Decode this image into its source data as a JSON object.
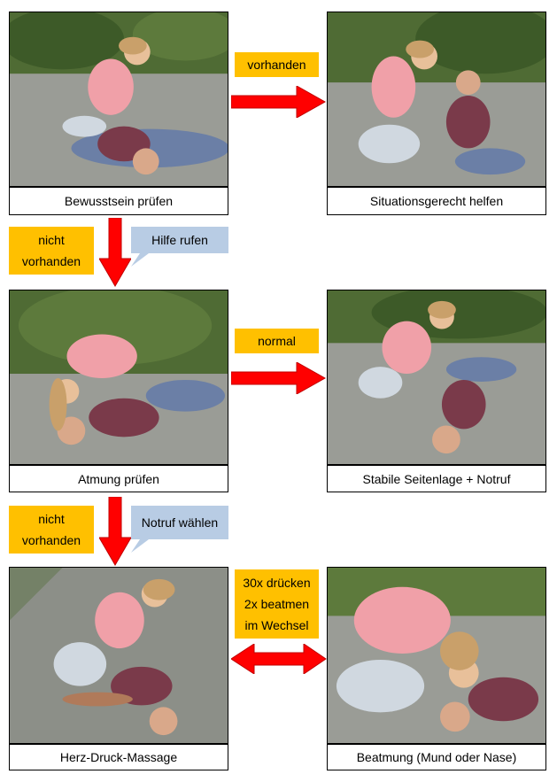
{
  "steps": {
    "consciousness": "Bewusstsein prüfen",
    "help": "Situationsgerecht helfen",
    "breathing": "Atmung prüfen",
    "recovery": "Stabile Seitenlage + Notruf",
    "cpr": "Herz-Druck-Massage",
    "ventilation": "Beatmung (Mund oder Nase)"
  },
  "conditions": {
    "present": "vorhanden",
    "not_present_1": "nicht\nvorhanden",
    "normal": "normal",
    "not_present_2": "nicht\nvorhanden",
    "cycle": "30x drücken\n2x beatmen\nim Wechsel"
  },
  "callouts": {
    "call_help": "Hilfe rufen",
    "dial_emergency": "Notruf wählen"
  },
  "colors": {
    "tag": "#ffc000",
    "callout": "#b8cce4",
    "arrow": "#ff0000"
  }
}
